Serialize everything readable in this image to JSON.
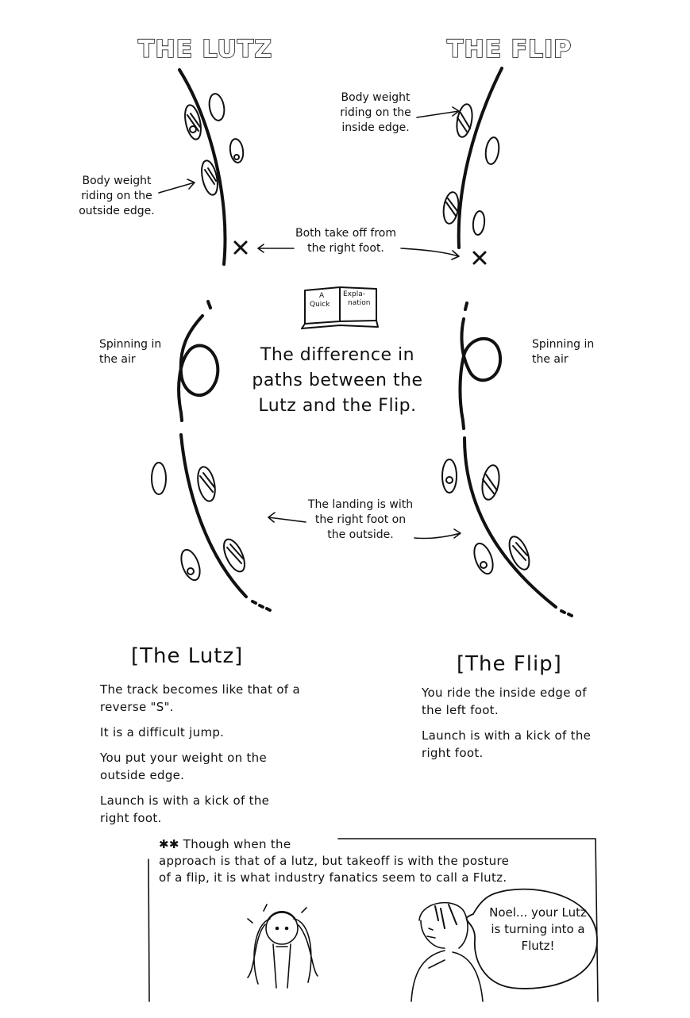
{
  "titles": {
    "lutz": "THE LUTZ",
    "flip": "THE FLIP"
  },
  "annotations": {
    "flip_inside_edge": "Body weight riding on the inside edge.",
    "lutz_outside_edge": "Body weight riding on the outside edge.",
    "takeoff": "Both take off from the right foot.",
    "spin_left": "Spinning in the air",
    "spin_right": "Spinning in the air",
    "landing": "The landing is with the right foot on the outside."
  },
  "book_badge": {
    "line1": "A",
    "line2": "Quick",
    "line3": "Expla-",
    "line4": "nation"
  },
  "center_caption": "The difference in paths between the Lutz and the Flip.",
  "lutz_section": {
    "heading": "[The Lutz]",
    "lines": [
      "The track becomes like that of a reverse \"S\".",
      "It is a difficult jump.",
      "You put your weight on the outside edge.",
      "Launch is with a kick of the right foot."
    ]
  },
  "flip_section": {
    "heading": "[The Flip]",
    "lines": [
      "You ride the inside edge of the left foot.",
      "Launch is with a kick of the right foot."
    ]
  },
  "footnote": {
    "line1": "✱✱ Though when the",
    "line2": "approach is that of a lutz, but takeoff is with the posture",
    "line3": "of a flip, it is what industry fanatics seem to call a Flutz."
  },
  "speech_bubble": "Noel... your Lutz is turning into a Flutz!"
}
